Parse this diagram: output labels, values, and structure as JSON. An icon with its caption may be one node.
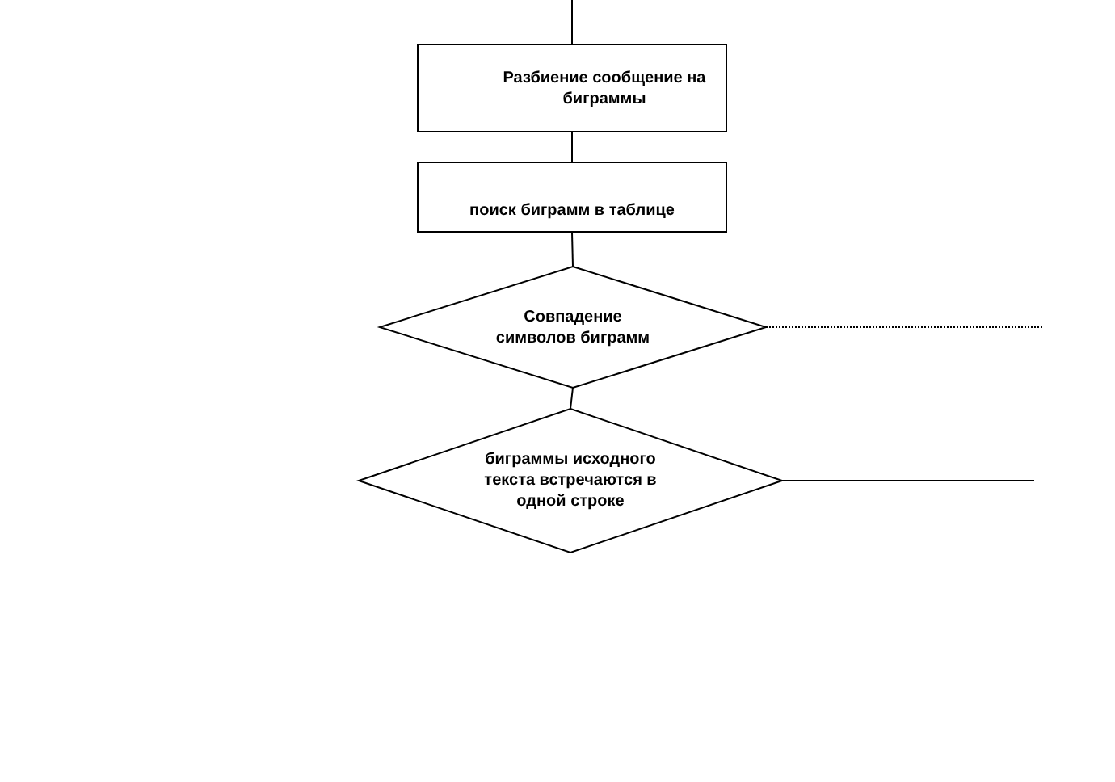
{
  "diagram": {
    "nodes": [
      {
        "text": [
          "Разбиение сообщение на биграммы"
        ]
      },
      {
        "text": [
          "поиск биграмм в таблице"
        ]
      },
      {
        "text": [
          "Совпадение символов биграмм"
        ]
      },
      {
        "text": [
          "биграммы исходного текста встречаются в одной строке"
        ]
      }
    ],
    "edges": [
      {
        "from": null,
        "to": 0,
        "arrow": "none"
      },
      {
        "from": 0,
        "to": 1,
        "arrow": "none"
      },
      {
        "from": 1,
        "to": 2,
        "arrow": "none"
      },
      {
        "from": 2,
        "to": 3,
        "arrow": "none"
      },
      {
        "from": 2,
        "to": null,
        "arrow": "none",
        "style": "dashed"
      },
      {
        "from": 3,
        "to": null,
        "arrow": "none"
      }
    ]
  }
}
